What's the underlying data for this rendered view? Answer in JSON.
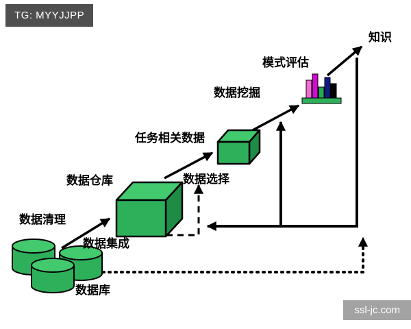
{
  "watermarks": {
    "tg_badge": "TG: MYYJJPP",
    "site_badge": "ssl-jc.com"
  },
  "diagram": {
    "labels": {
      "knowledge": "知识",
      "pattern_evaluation": "模式评估",
      "data_mining": "数据挖掘",
      "task_relevant_data": "任务相关数据",
      "data_warehouse": "数据仓库",
      "data_selection": "数据选择",
      "data_cleaning": "数据清理",
      "data_integration": "数据集成",
      "databases": "数据库"
    },
    "colors": {
      "shape_green_front": "#2eb05a",
      "shape_green_top": "#43c96e",
      "shape_green_side": "#1f8c45",
      "arrow": "#000000",
      "chart_bar_colors": [
        "#f26ad5",
        "#cf0ccf",
        "#22ab52",
        "#101c86",
        "#000000"
      ],
      "tg_badge_bg": "#4f4f4f",
      "site_badge_bg": "#a3a3a3"
    }
  }
}
